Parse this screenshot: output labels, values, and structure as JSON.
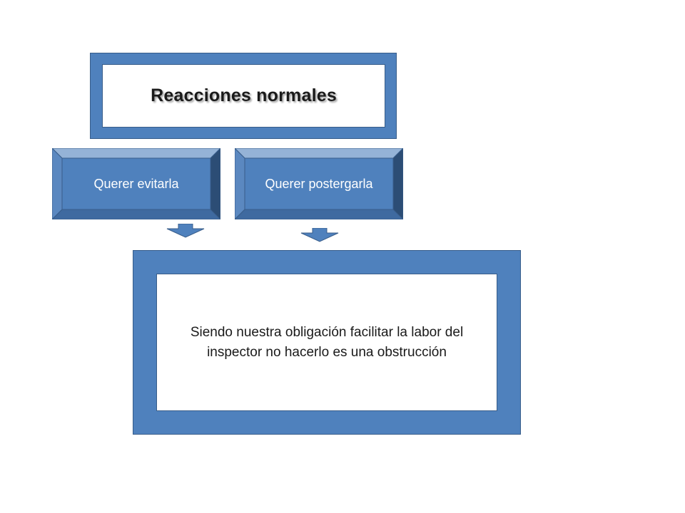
{
  "diagram": {
    "title": "Reacciones normales",
    "options": [
      {
        "label": "Querer evitarla"
      },
      {
        "label": "Querer postergarla"
      }
    ],
    "message": "Siendo nuestra obligación facilitar la labor del inspector no hacerlo es una obstrucción",
    "colors": {
      "fill": "#4f81bd",
      "outline": "#385d8a",
      "bevel_light": "#95b3d7",
      "bevel_dark": "#2c4d75",
      "bevel_mid": "#3f6aa0"
    }
  }
}
